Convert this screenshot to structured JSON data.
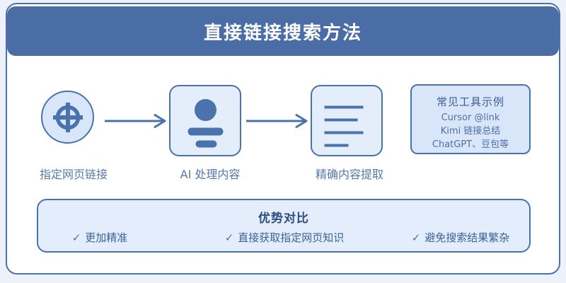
{
  "header": {
    "title": "直接链接搜索方法"
  },
  "flow": {
    "labels": [
      "指定网页链接",
      "AI 处理内容",
      "精确内容提取"
    ],
    "icons": [
      "globe-link-icon",
      "ai-profile-icon",
      "document-lines-icon",
      "arrow-right-icon"
    ]
  },
  "tools": {
    "title": "常见工具示例",
    "items": [
      "Cursor @link",
      "Kimi 链接总结",
      "ChatGPT、豆包等"
    ]
  },
  "advantages": {
    "title": "优势对比",
    "check": "✓",
    "items": [
      "更加精准",
      "直接获取指定网页知识",
      "避免搜索结果繁杂"
    ]
  },
  "colors": {
    "page_bg": "#edf1f9",
    "header_bg": "#4a6da6",
    "border_blue": "#4a72ad",
    "node_fill_dark": "#d9e6f9",
    "node_fill_light": "#e4eefb",
    "panel_fill": "#e3edfc",
    "title_text": "#ffffff",
    "label_text": "#5578a8",
    "advantage_text": "#3e6296"
  }
}
